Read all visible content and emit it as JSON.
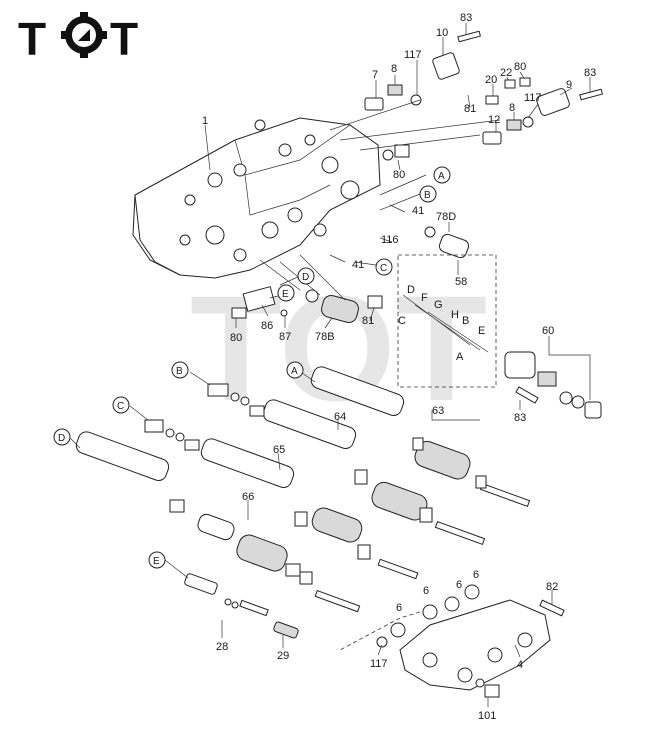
{
  "logo": {
    "text_left": "T",
    "text_right": "T",
    "center": "gear-icon",
    "full": "TOT"
  },
  "watermark": {
    "text": "TOT"
  },
  "part_numbers": {
    "p1": "1",
    "p4": "4",
    "p6a": "6",
    "p6b": "6",
    "p6c": "6",
    "p6d": "6",
    "p7": "7",
    "p8a": "8",
    "p8b": "8",
    "p9": "9",
    "p10": "10",
    "p12": "12",
    "p20": "20",
    "p22": "22",
    "p28": "28",
    "p29": "29",
    "p41a": "41",
    "p41b": "41",
    "p58": "58",
    "p60": "60",
    "p63": "63",
    "p64": "64",
    "p65": "65",
    "p66": "66",
    "p78b": "78B",
    "p78d": "78D",
    "p80a": "80",
    "p80b": "80",
    "p80c": "80",
    "p81a": "81",
    "p81b": "81",
    "p82": "82",
    "p83a": "83",
    "p83b": "83",
    "p83c": "83",
    "p86": "86",
    "p87": "87",
    "p101": "101",
    "p116": "116",
    "p117a": "117",
    "p117b": "117",
    "p117c": "117"
  },
  "circle_markers": {
    "a1": "A",
    "a2": "A",
    "b1": "B",
    "b2": "B",
    "c1": "C",
    "c2": "C",
    "d1": "D",
    "d2": "D",
    "e1": "E",
    "e2": "E"
  },
  "port_letters": {
    "d": "D",
    "f": "F",
    "g": "G",
    "h": "H",
    "b": "B",
    "e": "E",
    "c": "C",
    "a": "A"
  }
}
